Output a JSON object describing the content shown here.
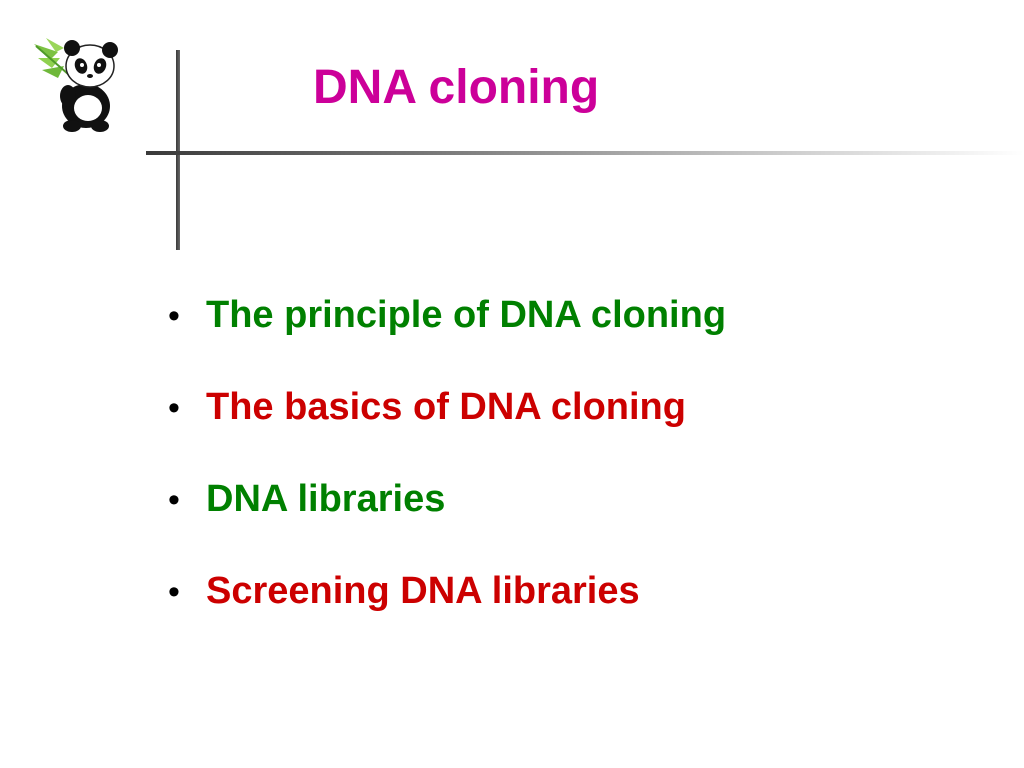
{
  "slide": {
    "title": "DNA cloning",
    "title_color": "#cc0099",
    "bullet_glyph": "•",
    "bullets": [
      {
        "text": "The principle of DNA cloning",
        "color": "#008000"
      },
      {
        "text": "The basics of DNA cloning",
        "color": "#cc0000"
      },
      {
        "text": "DNA libraries",
        "color": "#008000"
      },
      {
        "text": "Screening DNA libraries",
        "color": "#cc0000"
      }
    ],
    "logo_icon": "panda-with-bamboo-icon"
  }
}
